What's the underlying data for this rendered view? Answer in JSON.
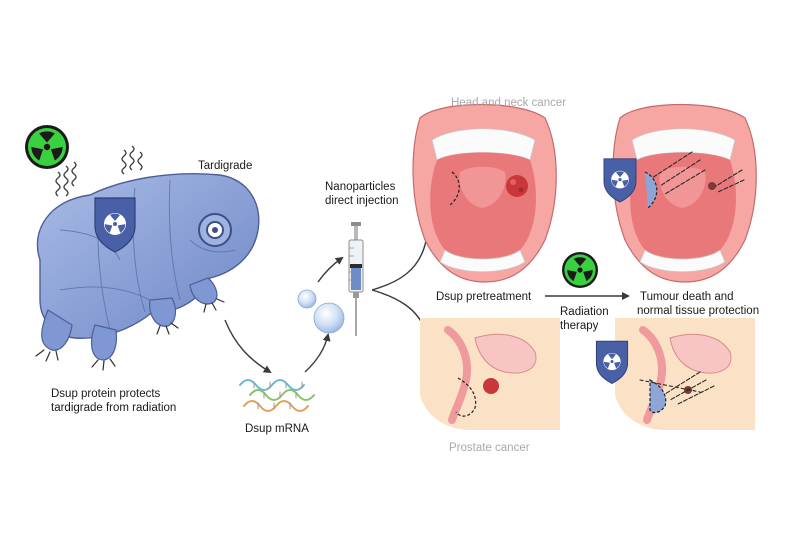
{
  "labels": {
    "tardigrade": "Tardigrade",
    "dsup_protein": "Dsup protein protects\ntardigrade from radiation",
    "dsup_mrna": "Dsup mRNA",
    "nanoparticles": "Nanoparticles\ndirect injection",
    "head_neck": "Head and neck cancer",
    "dsup_pretreatment": "Dsup pretreatment",
    "radiation_therapy": "Radiation\ntherapy",
    "outcome": "Tumour death and\nnormal tissue protection",
    "prostate": "Prostate cancer"
  },
  "colors": {
    "radiation_green": "#3ad141",
    "shield_blue": "#4a60a6",
    "tardigrade_blue": "#8ea5d8",
    "mouth_pink": "#ef9b9d",
    "tumour_red": "#c9373b",
    "skin_tan": "#fbe1c5"
  },
  "icons": [
    "radiation-icon",
    "shield-icon",
    "syringe-icon",
    "nanoparticle-icon",
    "mrna-icon"
  ]
}
